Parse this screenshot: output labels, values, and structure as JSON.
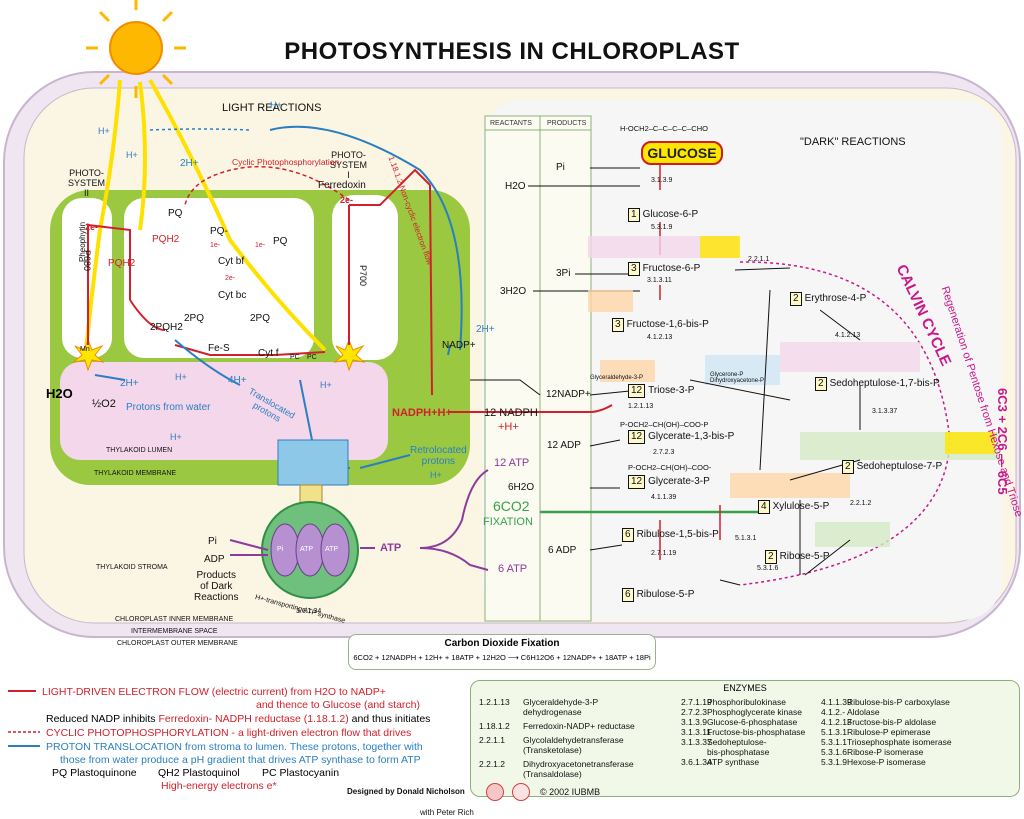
{
  "title": "PHOTOSYNTHESIS IN CHLOROPLAST",
  "sections": {
    "light": "LIGHT REACTIONS",
    "dark": "\"DARK\" REACTIONS",
    "reactants": "REACTANTS",
    "products": "PRODUCTS"
  },
  "light_labels": {
    "ps2": "PHOTO-\nSYSTEM\nII",
    "ps1": "PHOTO-\nSYSTEM\nI",
    "ferredoxin": "Ferredoxin",
    "cyclic": "Cyclic Photophosphorylation",
    "noncyclic": "1.18.1.2 Non-cyclic electron flow",
    "p680": "P680",
    "p700": "P700",
    "pheophytin": "Pheophytin",
    "pq": "PQ",
    "pqh2": "PQH2",
    "pq_minus": "PQ-",
    "cyt_bf": "Cyt bf",
    "cyt_bc": "Cyt bc",
    "two_pq": "2PQ",
    "two_pqh2": "2PQH2",
    "fes": "Fe-S",
    "cytf": "Cyt f",
    "pc": "PC",
    "mn": "Mn",
    "h2o": "H2O",
    "half_o2": "½O2",
    "protons_from_water": "Protons from water",
    "translocated": "Translocated\nprotons",
    "retrolocated": "Retrolocated\nprotons",
    "thylakoid_lumen": "THYLAKOID LUMEN",
    "thylakoid_membrane": "THYLAKOID MEMBRANE",
    "thylakoid_stroma": "THYLAKOID STROMA",
    "inner_membrane": "CHLOROPLAST INNER MEMBRANE",
    "intermembrane": "INTERMEMBRANE SPACE",
    "outer_membrane": "CHLOROPLAST OUTER MEMBRANE",
    "nadp_plus": "NADP+",
    "nadph_h": "NADPH+H+",
    "atp": "ATP",
    "pi": "Pi",
    "adp": "ADP",
    "products_dark": "Products\nof Dark\nReactions",
    "atp_synthase": "H+-transporting ATP synthase",
    "atp_synthase_ec": "3.6.1.34",
    "two_h": "2H+",
    "four_h": "4H+",
    "h": "H+",
    "e2": "2e-",
    "e1": "1e-"
  },
  "column": {
    "pi": "Pi",
    "h2o": "H2O",
    "three_pi": "3Pi",
    "three_h2o": "3H2O",
    "twelve_nadp": "12NADP+",
    "twelve_nadph": "12 NADPH",
    "plus_h": "+H+",
    "twelve_adp": "12 ADP",
    "twelve_atp": "12 ATP",
    "six_h2o": "6H2O",
    "six_co2": "6CO2",
    "fixation": "FIXATION",
    "six_adp": "6 ADP",
    "six_atp": "6 ATP",
    "two_h_plus": "2H+",
    "nadp_plus": "NADP+"
  },
  "dark": {
    "glucose": "GLUCOSE",
    "glucose_formula": "H-OCH2–C–C–C–C–CHO",
    "metabolites": [
      {
        "n": "1",
        "name": "Glucose-6-P"
      },
      {
        "n": "3",
        "name": "Fructose-6-P"
      },
      {
        "n": "3",
        "name": "Fructose-1,6-bis-P"
      },
      {
        "n": "12",
        "name": "Triose-3-P"
      },
      {
        "n": "12",
        "name": "Glycerate-1,3-bis-P"
      },
      {
        "n": "12",
        "name": "Glycerate-3-P"
      },
      {
        "n": "6",
        "name": "Ribulose-1,5-bis-P"
      },
      {
        "n": "6",
        "name": "Ribulose-5-P"
      },
      {
        "n": "2",
        "name": "Erythrose-4-P"
      },
      {
        "n": "2",
        "name": "Sedoheptulose-1,7-bis-P"
      },
      {
        "n": "2",
        "name": "Sedoheptulose-7-P"
      },
      {
        "n": "4",
        "name": "Xylulose-5-P"
      },
      {
        "n": "2",
        "name": "Ribose-5-P"
      }
    ],
    "ec": [
      "3.1.3.9",
      "5.3.1.9",
      "3.1.3.11",
      "4.1.2.13",
      "5.3.1.1",
      "1.2.1.13",
      "2.7.2.3",
      "4.1.1.39",
      "2.7.1.19",
      "2.2.1.1",
      "4.1.2.13",
      "3.1.3.37",
      "2.2.1.2",
      "5.1.3.1",
      "5.3.1.6"
    ],
    "glyceraldehyde": "Glyceraldehyde-3-P",
    "glycerone": "Glycerone-P\nDihydroxyacetone-P",
    "calvin": "CALVIN CYCLE",
    "regen": "Regeneration of Pentose from Hexose and Triose",
    "formula_side": "6C3 + 2C6 — 6C5",
    "glycerate13": "P-OCH2–CH(OH)–COO-P",
    "glycerate3": "P-OCH2–CH(OH)–COO-",
    "circ2": "2",
    "circ3": "3",
    "circ4": "4"
  },
  "co2_fixation": {
    "title": "Carbon Dioxide Fixation",
    "equation": "6CO2 + 12NADPH + 12H+ + 18ATP + 12H2O ⟶ C6H12O6 + 12NADP+ + 18ATP + 18Pi"
  },
  "enzymes": {
    "title": "ENZYMES",
    "rows": [
      {
        "code": "1.2.1.13",
        "name": "Glyceraldehyde-3-P\ndehydrogenase"
      },
      {
        "code": "1.18.1.2",
        "name": "Ferredoxin-NADP+ reductase"
      },
      {
        "code": "2.2.1.1",
        "name": "Glycolaldehydetransferase\n(Transketolase)"
      },
      {
        "code": "2.2.1.2",
        "name": "Dihydroxyacetonetransferase\n(Transaldolase)"
      },
      {
        "code": "2.7.1.19",
        "name": "Phosphoribulokinase"
      },
      {
        "code": "2.7.2.3",
        "name": "Phosphoglycerate kinase"
      },
      {
        "code": "3.1.3.9",
        "name": "Glucose-6-phosphatase"
      },
      {
        "code": "3.1.3.11",
        "name": "Fructose-bis-phosphatase"
      },
      {
        "code": "3.1.3.37",
        "name": "Sedoheptulose-\nbis-phosphatase"
      },
      {
        "code": "3.6.1.34",
        "name": "ATP synthase"
      },
      {
        "code": "4.1.1.39",
        "name": "Ribulose-bis-P carboxylase"
      },
      {
        "code": "4.1.2.-",
        "name": "Aldolase"
      },
      {
        "code": "4.1.2.13",
        "name": "Fructose-bis-P aldolase"
      },
      {
        "code": "5.1.3.1",
        "name": "Ribulose-P epimerase"
      },
      {
        "code": "5.3.1.1",
        "name": "Triosephosphate isomerase"
      },
      {
        "code": "5.3.1.6",
        "name": "Ribose-P isomerase"
      },
      {
        "code": "5.3.1.9",
        "name": "Hexose-P isomerase"
      }
    ]
  },
  "legend": {
    "l1a": "LIGHT-DRIVEN ELECTRON FLOW (electric current) from H2O to NADP+",
    "l1b": "and thence to Glucose (and starch)",
    "l2a": "Reduced NADP inhibits ",
    "l2b": "Ferredoxin- NADPH reductase (1.18.1.2)",
    "l2c": " and thus initiates",
    "l3": "CYCLIC PHOTOPHOSPHORYLATION - a light-driven electron flow that drives",
    "l4a": "PROTON TRANSLOCATION from stroma to lumen. These protons, together with",
    "l4b": "those from water produce a pH gradient that drives ATP synthase to form ATP",
    "l5a": "PQ Plastoquinone",
    "l5b": "QH2 Plastoquinol",
    "l5c": "PC Plastocyanin",
    "l6": "High-energy electrons e*"
  },
  "credits": {
    "designed": "Designed by Donald Nicholson",
    "copyright": "© 2002 IUBMB",
    "with": "with Peter Rich"
  },
  "colors": {
    "red": "#d1202b",
    "blue": "#2a7fc1",
    "purple": "#8e3a9d",
    "green": "#7fb92f",
    "magenta": "#c7188c",
    "yellow": "#ffe600"
  }
}
